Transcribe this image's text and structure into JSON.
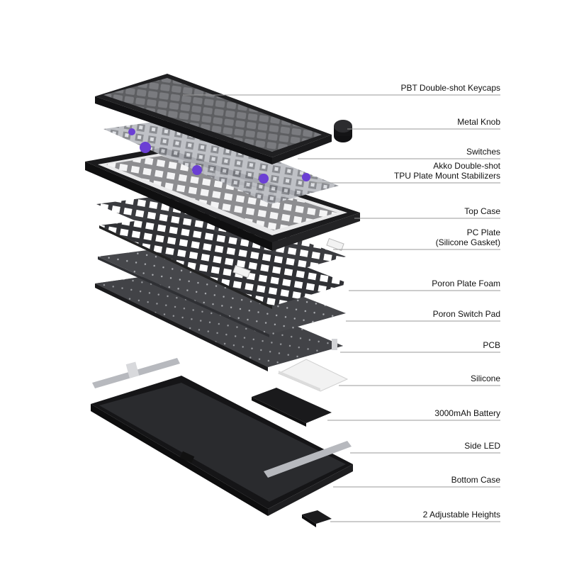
{
  "colors": {
    "background": "#ffffff",
    "key_dark": "#2a2a2c",
    "key_light": "#6e6f72",
    "case_black": "#1b1b1d",
    "plate_gray": "#3d3e42",
    "foam_gray": "#47484c",
    "accent_purple": "#6b3fd4",
    "silicone_white": "#efefef",
    "leader_line": "#9a9a9a"
  },
  "callouts": [
    {
      "lines": [
        "PBT Double-shot Keycaps"
      ]
    },
    {
      "lines": [
        "Metal Knob"
      ]
    },
    {
      "lines": [
        "Switches"
      ]
    },
    {
      "lines": [
        "Akko Double-shot",
        "TPU Plate Mount Stabilizers"
      ]
    },
    {
      "lines": [
        "Top Case"
      ]
    },
    {
      "lines": [
        "PC Plate",
        "(Silicone Gasket)"
      ]
    },
    {
      "lines": [
        "Poron Plate Foam"
      ]
    },
    {
      "lines": [
        "Poron Switch Pad"
      ]
    },
    {
      "lines": [
        "PCB"
      ]
    },
    {
      "lines": [
        "Silicone"
      ]
    },
    {
      "lines": [
        "3000mAh Battery"
      ]
    },
    {
      "lines": [
        "Side LED"
      ]
    },
    {
      "lines": [
        "Bottom Case"
      ]
    },
    {
      "lines": [
        "2 Adjustable Heights"
      ]
    }
  ]
}
